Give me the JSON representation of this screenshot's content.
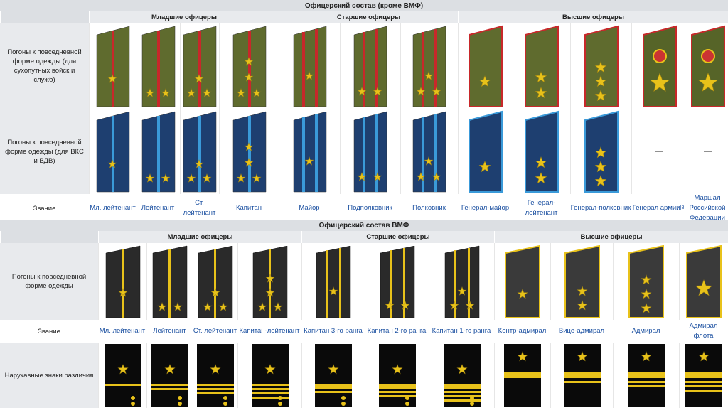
{
  "army": {
    "title": "Офицерский состав (кроме ВМФ)",
    "groups": [
      "Младшие офицеры",
      "Старшие офицеры",
      "Высшие офицеры"
    ],
    "row_labels": {
      "ground": "Погоны к повседневной форме одежды (для сухопутных войск и служб)",
      "air": "Погоны к повседневной форме одежды (для ВКС и ВДВ)",
      "rank": "Звание"
    },
    "ranks": [
      "Мл. лейтенант",
      "Лейтенант",
      "Ст. лейтенант",
      "Капитан",
      "Майор",
      "Подполковник",
      "Полковник",
      "Генерал-майор",
      "Генерал-лейтенант",
      "Генерал-полковник",
      "Генерал армии",
      "Маршал Российской Федерации"
    ],
    "footnote": "[8]",
    "dash": "—"
  },
  "navy": {
    "title": "Офицерский состав ВМФ",
    "groups": [
      "Младшие офицеры",
      "Старшие офицеры",
      "Высшие офицеры"
    ],
    "row_labels": {
      "boards": "Погоны к повседневной форме одежды",
      "rank": "Звание",
      "sleeve": "Нарукавные знаки различия"
    },
    "ranks": [
      "Мл. лейтенант",
      "Лейтенант",
      "Ст. лейтенант",
      "Капитан-лейтенант",
      "Капитан 3-го ранга",
      "Капитан 2-го ранга",
      "Капитан 1-го ранга",
      "Контр-адмирал",
      "Вице-адмирал",
      "Адмирал",
      "Адмирал флота"
    ]
  },
  "colors": {
    "olive": "#5f6b2e",
    "army_stripe": "#c8282a",
    "blue": "#1e3f70",
    "air_stripe": "#3a9ad9",
    "navy_black": "#2a2a2a",
    "gold": "#e8c21a",
    "general_green": "#566428"
  }
}
